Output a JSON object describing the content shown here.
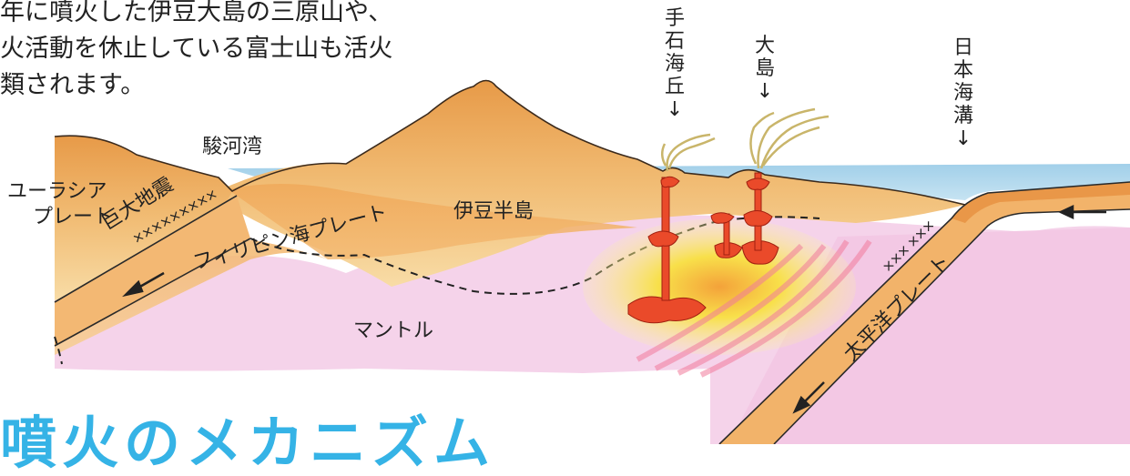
{
  "intro_lines": [
    "年に噴火した伊豆大島の三原山や、",
    "火活動を休止している富士山も活火",
    "類されます。"
  ],
  "labels": {
    "teishi_kaikyu": [
      "手",
      "石",
      "海",
      "丘",
      "↓"
    ],
    "oshima": [
      "大",
      "島",
      "↓"
    ],
    "japan_trench": [
      "日",
      "本",
      "海",
      "溝",
      "↓"
    ],
    "suruga_bay": "駿河湾",
    "eurasian_plate_line1": "ユーラシア",
    "eurasian_plate_line2": "プレート",
    "giant_quake": "巨大地震",
    "quake_marks_left": "×××××××××",
    "philippine_plate": "フィリピン海プレート",
    "izu_peninsula": "伊豆半島",
    "mantle": "マントル",
    "pacific_plate": "太平洋プレート",
    "quake_marks_right": "××× ×××"
  },
  "heading": "噴火のメカニズム",
  "colors": {
    "sea": "#a9d3ea",
    "land": "#eeab5e",
    "plate": "#f2b469",
    "mantle": "#f5cde6",
    "magma": "#ec4a2a",
    "heading": "#35b3e6"
  }
}
